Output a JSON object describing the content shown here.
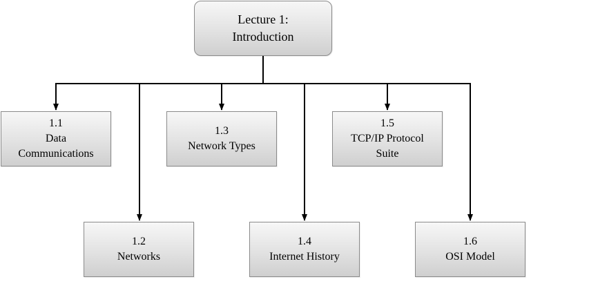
{
  "root": {
    "lines": [
      "Lecture 1:",
      "Introduction"
    ]
  },
  "topics": [
    {
      "id": "1.1",
      "lines": [
        "1.1",
        "Data",
        "Communications"
      ]
    },
    {
      "id": "1.2",
      "lines": [
        "1.2",
        "Networks"
      ]
    },
    {
      "id": "1.3",
      "lines": [
        "1.3",
        "Network Types"
      ]
    },
    {
      "id": "1.4",
      "lines": [
        "1.4",
        "Internet History"
      ]
    },
    {
      "id": "1.5",
      "lines": [
        "1.5",
        "TCP/IP Protocol",
        "Suite"
      ]
    },
    {
      "id": "1.6",
      "lines": [
        "1.6",
        "OSI Model"
      ]
    }
  ]
}
